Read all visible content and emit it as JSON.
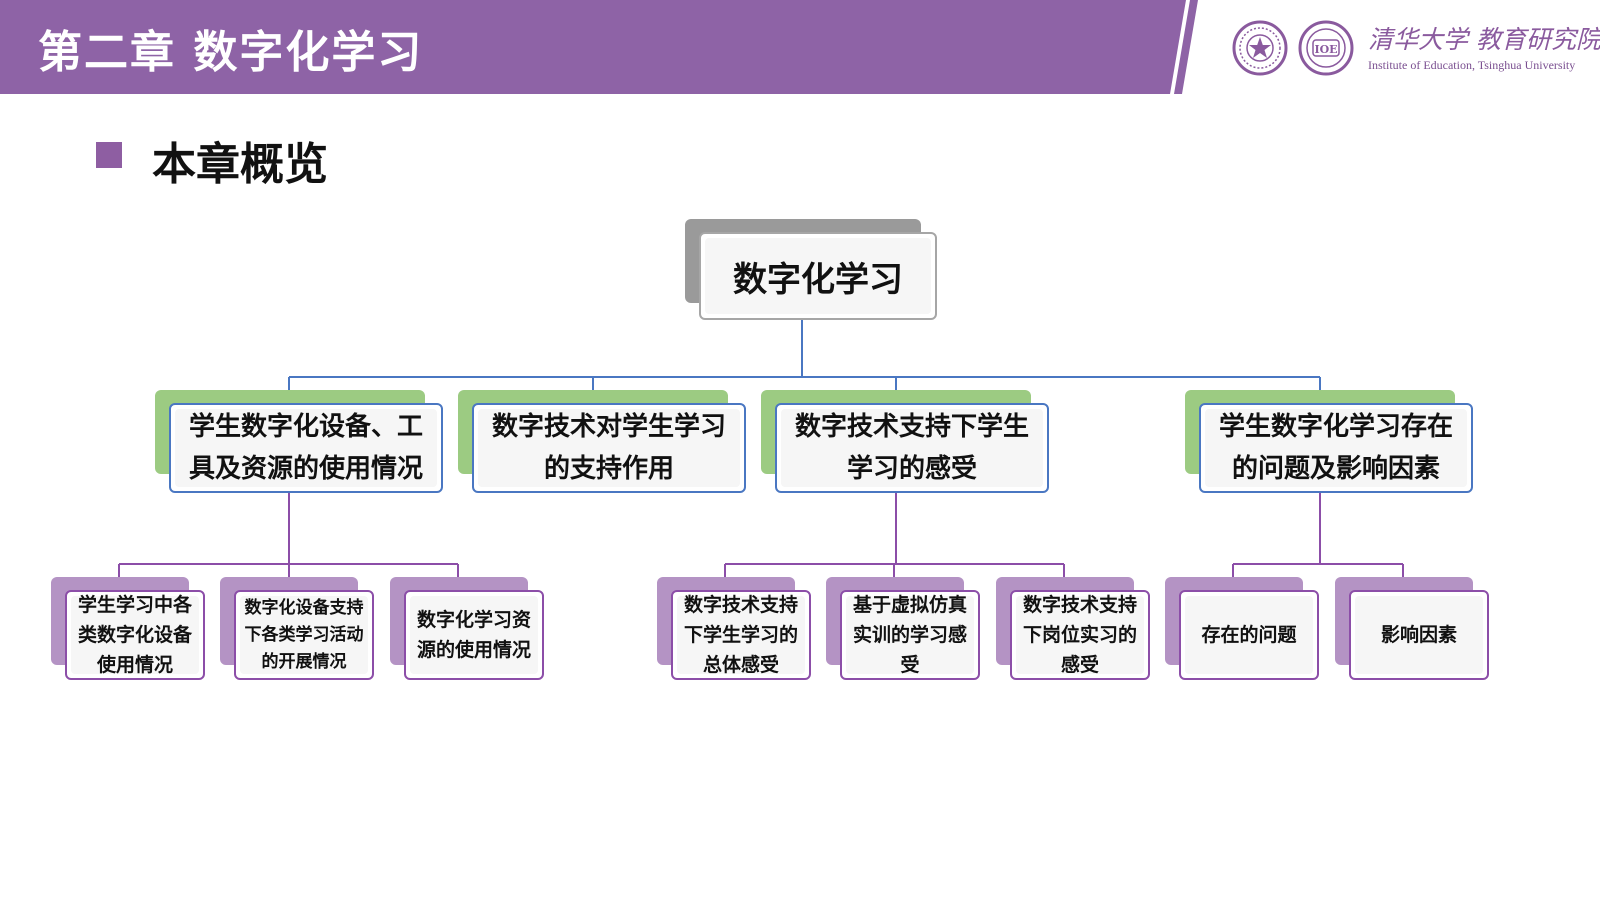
{
  "header": {
    "chapter_title": "第二章  数字化学习",
    "university_name": "清华大学 教育研究院",
    "institute_name": "Institute of Education, Tsinghua University",
    "seal_right_label": "IOE",
    "colors": {
      "band": "#8e63a6",
      "stripe": "#8e63a6"
    }
  },
  "section": {
    "title": "本章概览",
    "bullet_color": "#8e5ea2"
  },
  "org_chart": {
    "root": {
      "label": "数字化学习"
    },
    "branches": [
      {
        "label_lines": [
          "学生数字化设备、工",
          "具及资源的使用情况"
        ],
        "children": [
          {
            "label_lines": [
              "学生学习中各",
              "类数字化设备",
              "使用情况"
            ]
          },
          {
            "label_lines": [
              "数字化设备支持",
              "下各类学习活动",
              "的开展情况"
            ]
          },
          {
            "label_lines": [
              "数字化学习资",
              "源的使用情况"
            ]
          }
        ]
      },
      {
        "label_lines": [
          "数字技术对学生学习",
          "的支持作用"
        ],
        "children": []
      },
      {
        "label_lines": [
          "数字技术支持下学生",
          "学习的感受"
        ],
        "children": [
          {
            "label_lines": [
              "数字技术支持",
              "下学生学习的",
              "总体感受"
            ]
          },
          {
            "label_lines": [
              "基于虚拟仿真",
              "实训的学习感",
              "受"
            ]
          },
          {
            "label_lines": [
              "数字技术支持",
              "下岗位实习的",
              "感受"
            ]
          }
        ]
      },
      {
        "label_lines": [
          "学生数字化学习存在",
          "的问题及影响因素"
        ],
        "children": [
          {
            "label_lines": [
              "存在的问题"
            ]
          },
          {
            "label_lines": [
              "影响因素"
            ]
          }
        ]
      }
    ],
    "colors": {
      "level1_shadow": "#9ccb82",
      "level1_border": "#4a77c2",
      "level2_shadow": "#b493c4",
      "level2_border": "#8c4ea8",
      "root_shadow": "#9a9a9a",
      "connector_blue": "#4a77c2",
      "connector_purple": "#8c4ea8"
    }
  }
}
